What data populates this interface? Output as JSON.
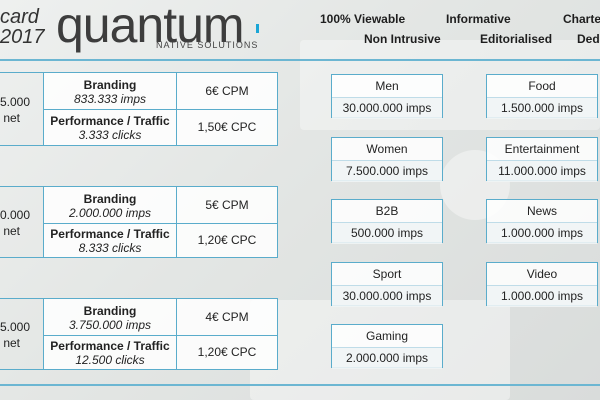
{
  "header": {
    "ratecard_line1": "card",
    "ratecard_line2": "2017",
    "logo_word": "quantum",
    "logo_sub": "NATIVE SOLUTIONS",
    "tags_row1": [
      "100% Viewable",
      "Informative",
      "Charte"
    ],
    "tags_row2": [
      "Non Intrusive",
      "Editorialised",
      "Ded"
    ]
  },
  "packages": [
    {
      "left_value": "5.000",
      "left_unit": "net",
      "branding_label": "Branding",
      "branding_imps": "833.333 imps",
      "branding_price": "6€ CPM",
      "performance_label": "Performance / Traffic",
      "performance_clicks": "3.333 clicks",
      "performance_price": "1,50€ CPC"
    },
    {
      "left_value": "0.000",
      "left_unit": "net",
      "branding_label": "Branding",
      "branding_imps": "2.000.000 imps",
      "branding_price": "5€ CPM",
      "performance_label": "Performance / Traffic",
      "performance_clicks": "8.333 clicks",
      "performance_price": "1,20€ CPC"
    },
    {
      "left_value": "5.000",
      "left_unit": "net",
      "branding_label": "Branding",
      "branding_imps": "3.750.000 imps",
      "branding_price": "4€ CPM",
      "performance_label": "Performance / Traffic",
      "performance_clicks": "12.500 clicks",
      "performance_price": "1,20€ CPC"
    }
  ],
  "categories_col1": [
    {
      "name": "Men",
      "imps": "30.000.000 imps"
    },
    {
      "name": "Women",
      "imps": "7.500.000 imps"
    },
    {
      "name": "B2B",
      "imps": "500.000 imps"
    },
    {
      "name": "Sport",
      "imps": "30.000.000 imps"
    },
    {
      "name": "Gaming",
      "imps": "2.000.000 imps"
    }
  ],
  "categories_col2": [
    {
      "name": "Food",
      "imps": "1.500.000 imps"
    },
    {
      "name": "Entertainment",
      "imps": "11.000.000 imps"
    },
    {
      "name": "News",
      "imps": "1.000.000 imps"
    },
    {
      "name": "Video",
      "imps": "1.000.000 imps"
    }
  ]
}
